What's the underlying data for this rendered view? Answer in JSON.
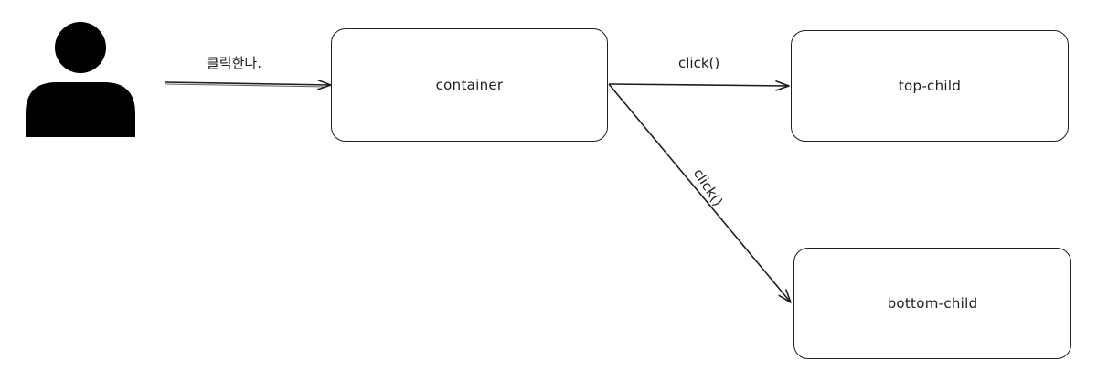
{
  "diagram": {
    "actor": {
      "icon": "user-icon"
    },
    "nodes": {
      "container": "container",
      "top_child": "top-child",
      "bottom_child": "bottom-child"
    },
    "edges": {
      "user_to_container": "클릭한다.",
      "container_to_top": "click()",
      "container_to_bottom": "click()"
    },
    "colors": {
      "stroke": "#1e1e1e",
      "background": "#ffffff",
      "icon_fill": "#000000"
    }
  }
}
